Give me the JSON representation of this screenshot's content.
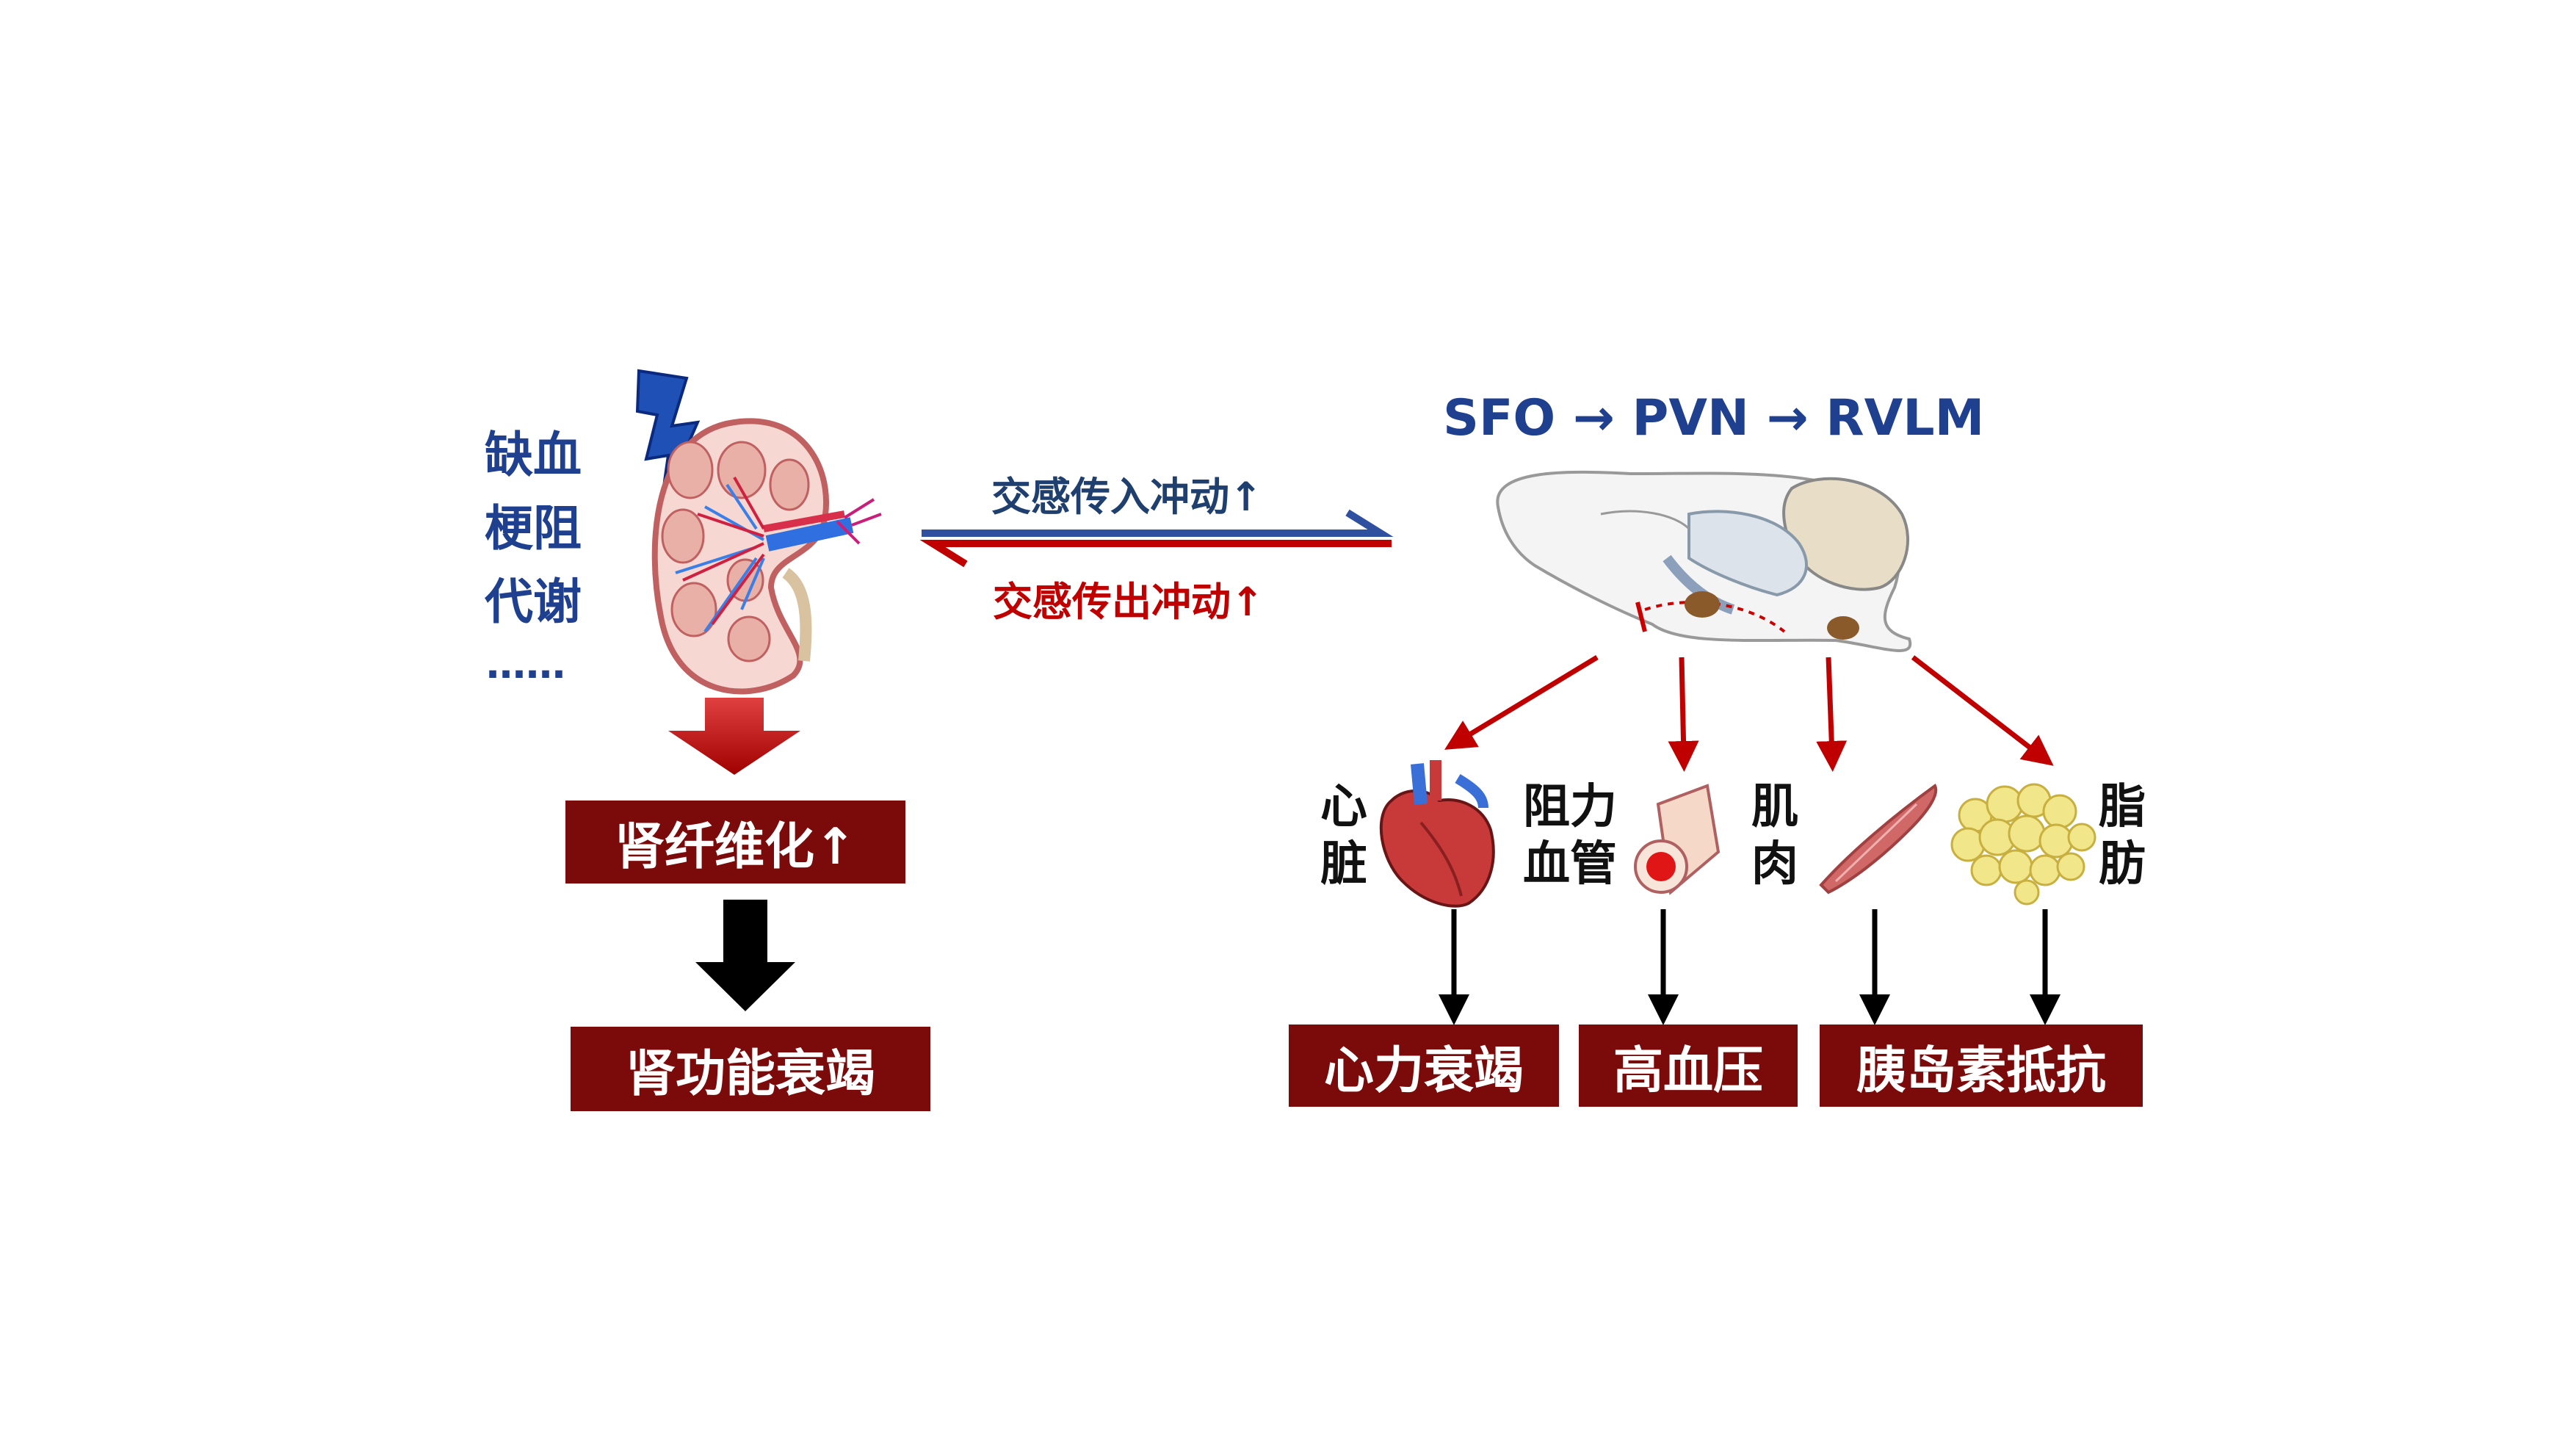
{
  "left": {
    "causes": [
      "缺血",
      "梗阻",
      "代谢",
      "……"
    ],
    "box_fibrosis": "肾纤维化↑",
    "box_failure": "肾功能衰竭"
  },
  "middle": {
    "afferent_label": "交感传入冲动↑",
    "efferent_label": "交感传出冲动↑"
  },
  "right": {
    "pathway": "SFO → PVN → RVLM",
    "organs": {
      "heart": "心\n脏",
      "vessel": "阻力\n血管",
      "muscle": "肌\n肉",
      "fat": "脂\n肪"
    },
    "outcomes": {
      "heart_failure": "心力衰竭",
      "hypertension": "高血压",
      "insulin_resistance": "胰岛素抵抗"
    }
  },
  "colors": {
    "blue": "#1F3F8F",
    "red": "#C00000",
    "dark_red_box": "#7B0A0A"
  }
}
